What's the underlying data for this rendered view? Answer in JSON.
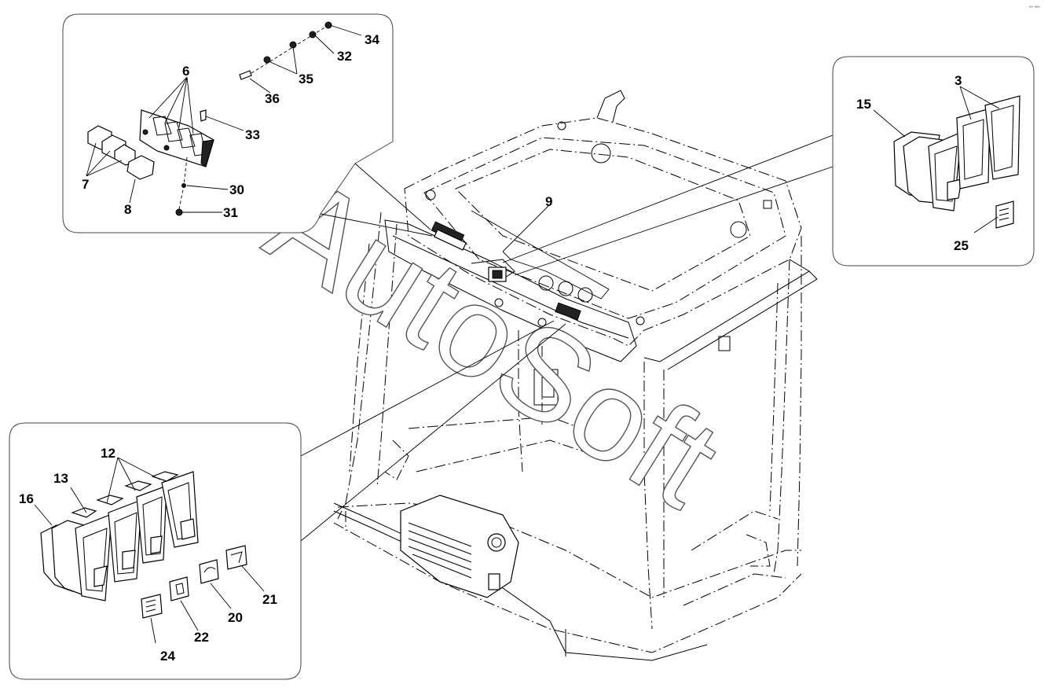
{
  "page": {
    "corner_mark": "°° °°°"
  },
  "watermark": {
    "text": "AutoSoft"
  },
  "callout_top_left": {
    "labels": {
      "l6": "6",
      "l7": "7",
      "l8": "8",
      "l30": "30",
      "l31": "31",
      "l32": "32",
      "l33": "33",
      "l34": "34",
      "l35": "35",
      "l36": "36"
    }
  },
  "callout_right": {
    "labels": {
      "l3": "3",
      "l15": "15",
      "l25": "25"
    }
  },
  "callout_bottom_left": {
    "labels": {
      "l12": "12",
      "l13": "13",
      "l16": "16",
      "l20": "20",
      "l21": "21",
      "l22": "22",
      "l24": "24"
    }
  },
  "main_view": {
    "labels": {
      "l9": "9"
    }
  }
}
